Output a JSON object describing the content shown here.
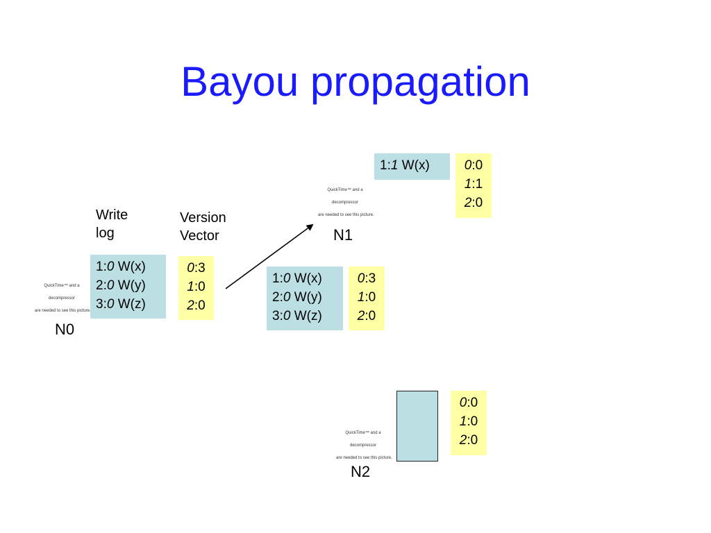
{
  "title": "Bayou propagation",
  "labels": {
    "write_log_1": "Write",
    "write_log_2": "log",
    "version_vector_1": "Version",
    "version_vector_2": "Vector"
  },
  "nodes": {
    "n0": "N0",
    "n1": "N1",
    "n2": "N2"
  },
  "placeholder": {
    "line1": "QuickTime™ and a",
    "line2": "decompressor",
    "line3": "are needed to see this picture."
  },
  "n0": {
    "log": [
      {
        "id": "1:",
        "ts": "0",
        "op": " W(x)"
      },
      {
        "id": "2:",
        "ts": "0",
        "op": " W(y)"
      },
      {
        "id": "3:",
        "ts": "0",
        "op": " W(z)"
      }
    ],
    "vector": [
      {
        "key": "0",
        "val": ":3"
      },
      {
        "key": "1",
        "val": ":0"
      },
      {
        "key": "2",
        "val": ":0"
      }
    ]
  },
  "n1_before": {
    "log": [
      {
        "id": "1:",
        "ts": "1",
        "op": " W(x)"
      }
    ],
    "vector": [
      {
        "key": "0",
        "val": ":0"
      },
      {
        "key": "1",
        "val": ":1"
      },
      {
        "key": "2",
        "val": ":0"
      }
    ]
  },
  "n1_after": {
    "log": [
      {
        "id": "1:",
        "ts": "0",
        "op": " W(x)"
      },
      {
        "id": "2:",
        "ts": "0",
        "op": " W(y)"
      },
      {
        "id": "3:",
        "ts": "0",
        "op": " W(z)"
      }
    ],
    "vector": [
      {
        "key": "0",
        "val": ":3"
      },
      {
        "key": "1",
        "val": ":0"
      },
      {
        "key": "2",
        "val": ":0"
      }
    ]
  },
  "n2": {
    "vector": [
      {
        "key": "0",
        "val": ":0"
      },
      {
        "key": "1",
        "val": ":0"
      },
      {
        "key": "2",
        "val": ":0"
      }
    ]
  }
}
